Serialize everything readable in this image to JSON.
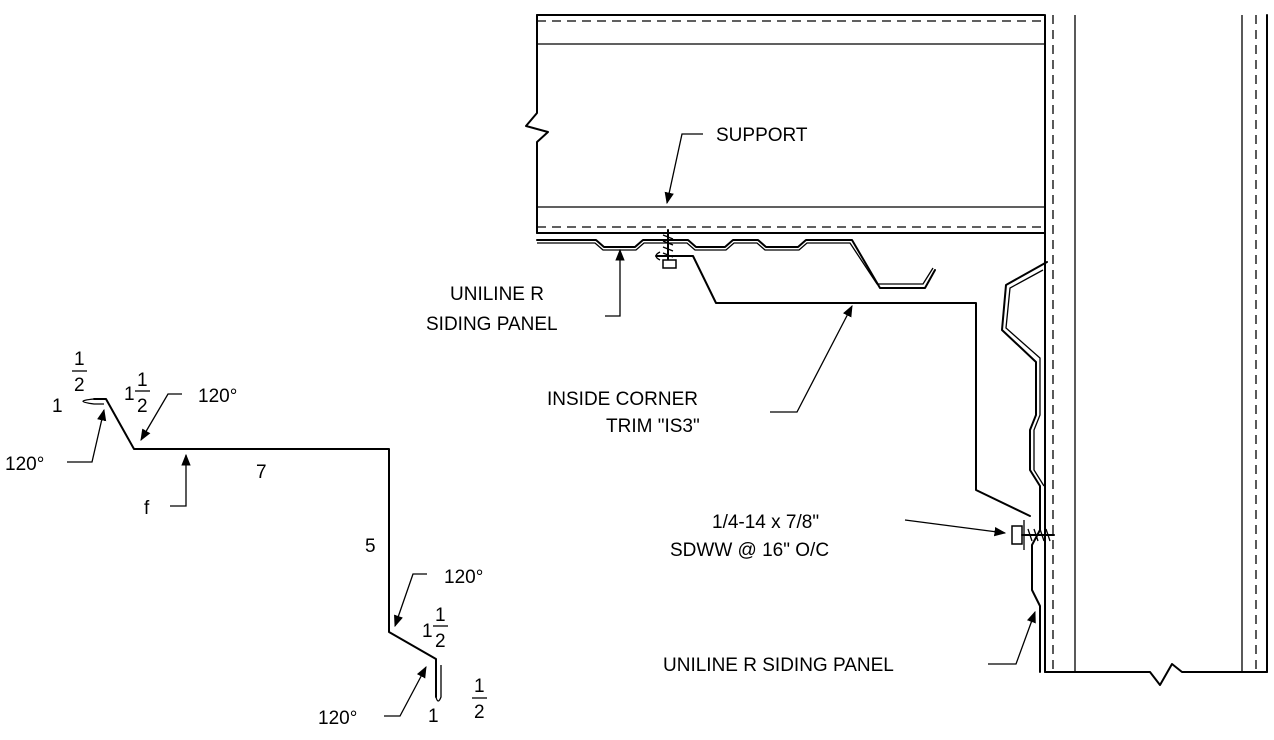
{
  "callouts": {
    "support": "SUPPORT",
    "panel_top_line1": "UNILINE R",
    "panel_top_line2": "SIDING PANEL",
    "trim_line1": "INSIDE CORNER",
    "trim_line2": "TRIM \"IS3\"",
    "screw_line1": "1/4-14 x 7/8\"",
    "screw_line2": "SDWW @ 16\" O/C",
    "panel_bottom": "UNILINE R SIDING PANEL"
  },
  "profile": {
    "hem_top": "1",
    "hem_top_frac_num": "1",
    "hem_top_frac_den": "2",
    "angle_left": "120°",
    "leg_top_whole": "1",
    "leg_top_num": "1",
    "leg_top_den": "2",
    "angle_top": "120°",
    "flat_len": "7",
    "face_label": "f",
    "drop_len": "5",
    "angle_mid": "120°",
    "leg_bot_whole": "1",
    "leg_bot_num": "1",
    "leg_bot_den": "2",
    "angle_bot": "120°",
    "hem_bot": "1",
    "hem_bot_frac_num": "1",
    "hem_bot_frac_den": "2"
  }
}
